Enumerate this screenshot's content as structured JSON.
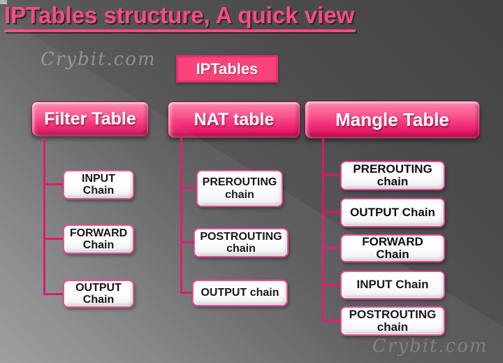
{
  "page": {
    "title": "IPTables structure, A quick view",
    "watermark": "Crybit.com",
    "root_label": "IPTables"
  },
  "colors": {
    "background_dark": "#48484a",
    "background_light": "#9e9e9e",
    "title_pink": "#fb4a83",
    "badge_pink": "#fa4379",
    "header_gradient_top": "#fd86b3",
    "header_gradient_bottom": "#d01157",
    "connector_pink": "#e0136b",
    "node_border_pink": "#e84a97",
    "node_fill": "#ffffff",
    "node_text": "#0d0d0d"
  },
  "columns": [
    {
      "header": "Filter Table",
      "children": [
        {
          "label": "INPUT\nChain"
        },
        {
          "label": "FORWARD\nChain"
        },
        {
          "label": "OUTPUT\nChain"
        }
      ]
    },
    {
      "header": "NAT table",
      "children": [
        {
          "label": "PREROUTING\nchain"
        },
        {
          "label": "POSTROUTING\nchain"
        },
        {
          "label": "OUTPUT chain"
        }
      ]
    },
    {
      "header": "Mangle Table",
      "children": [
        {
          "label": "PREROUTING\nchain"
        },
        {
          "label": "OUTPUT Chain"
        },
        {
          "label": "FORWARD\nChain"
        },
        {
          "label": "INPUT Chain"
        },
        {
          "label": "POSTROUTING\nchain"
        }
      ]
    }
  ]
}
